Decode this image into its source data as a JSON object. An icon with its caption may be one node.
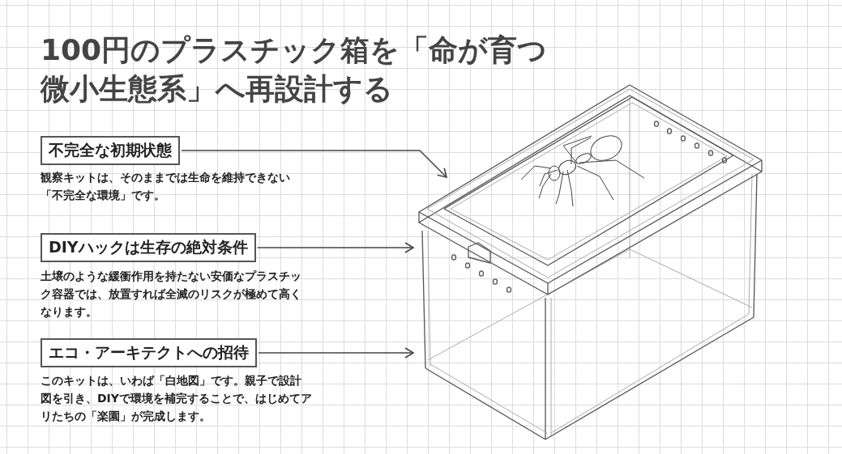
{
  "diagram": {
    "title": "100円のプラスチック箱を「命が育つ微小生態系」へ再設計する",
    "nodes": [
      {
        "text": [
          "不完全な初期状態"
        ],
        "beside": [
          "観察キットは、そのままでは生命を維持できない「不完全な環境」です。"
        ]
      },
      {
        "text": [
          "DIYハックは生存の絶対条件"
        ],
        "beside": [
          "土壌のような緩衝作用を持たない安価なプラスチック容器では、放置すれば全滅のリスクが極めて高くなります。"
        ]
      },
      {
        "text": [
          "エコ・アーキテクトへの招待"
        ],
        "beside": [
          "このキットは、いわば「白地図」です。親子で設計図を引き、DIYで環境を補完することで、はじめてアリたちの「楽園」が完成します。"
        ]
      },
      {
        "text": [],
        "shape": "picture"
      }
    ],
    "edges": [
      {
        "from": 0,
        "to": 3,
        "arrow": "to"
      },
      {
        "from": 1,
        "to": 3,
        "arrow": "to"
      },
      {
        "from": 2,
        "to": 3,
        "arrow": "to"
      }
    ]
  }
}
